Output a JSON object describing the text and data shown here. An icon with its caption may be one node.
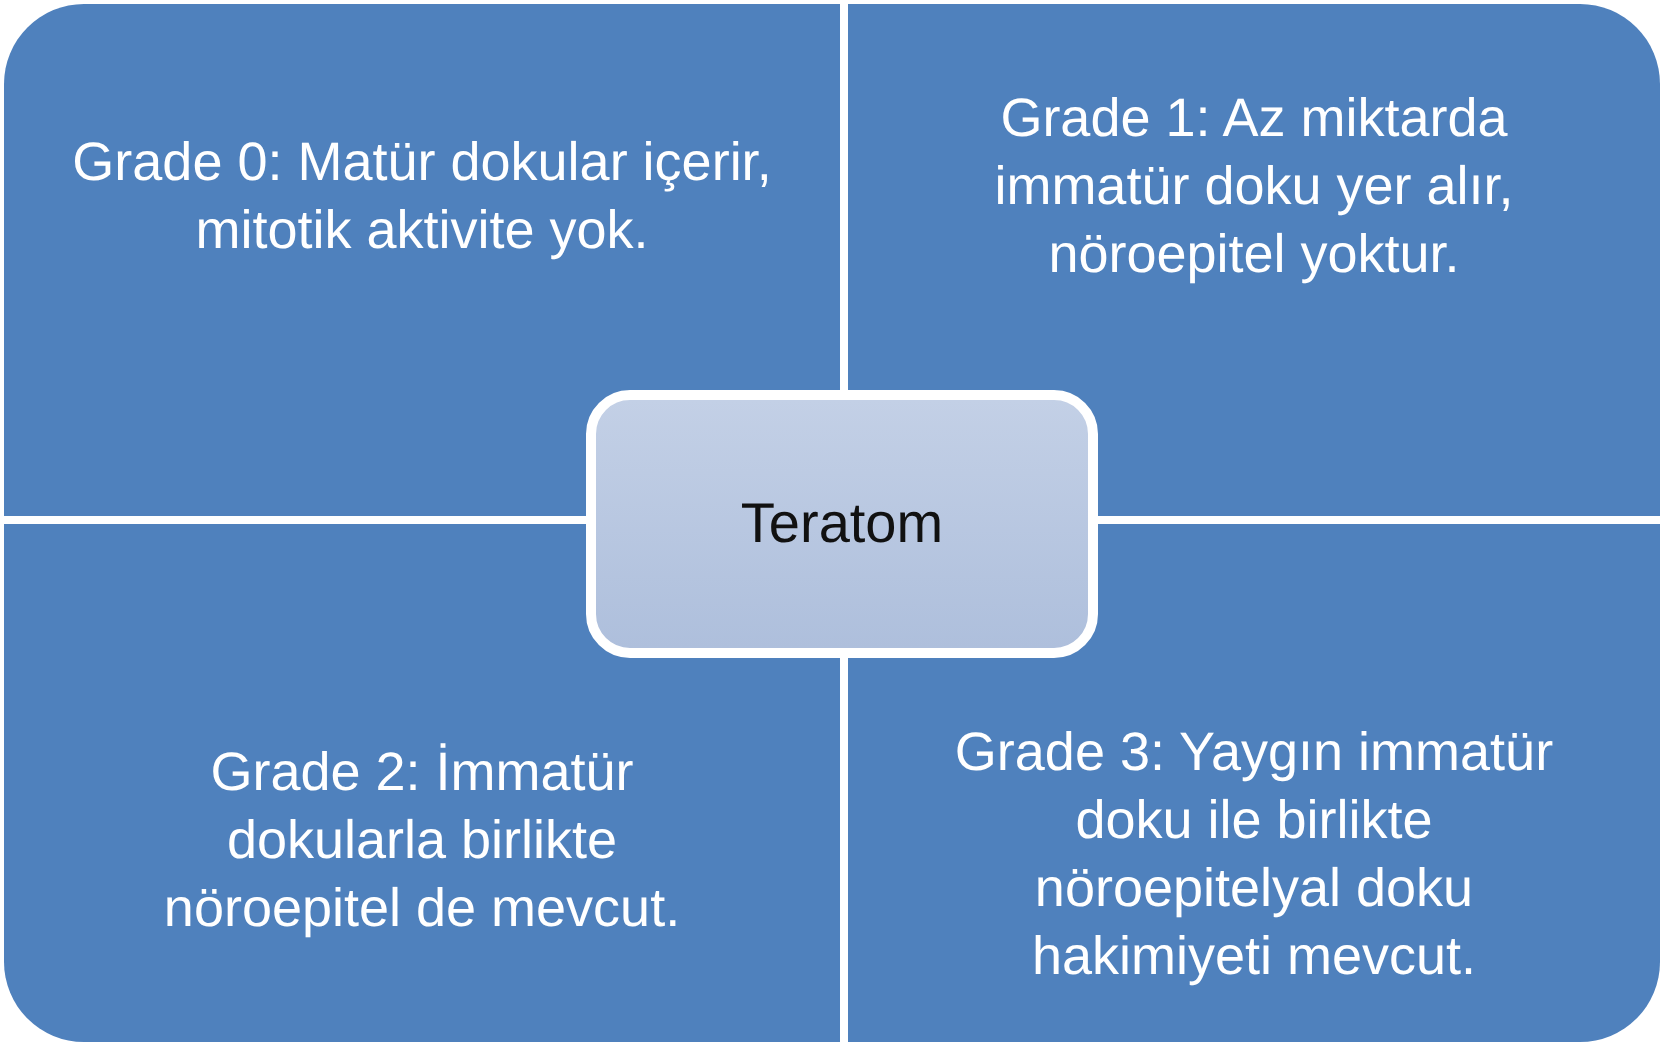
{
  "diagram": {
    "nodes": [
      {
        "text": [
          "Grade 0: Matür dokular içerir, mitotik aktivite yok."
        ]
      },
      {
        "text": [
          "Grade 1: Az miktarda immatür doku yer alır, nöroepitel yoktur."
        ]
      },
      {
        "text": [
          "Teratom"
        ]
      },
      {
        "text": [
          "Grade 2: İmmatür dokularla birlikte nöroepitel de mevcut."
        ]
      },
      {
        "text": [
          "Grade 3: Yaygın immatür doku ile birlikte nöroepitelyal doku hakimiyeti mevcut."
        ]
      }
    ]
  }
}
